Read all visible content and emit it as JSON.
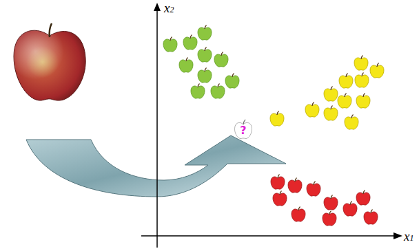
{
  "diagram": {
    "nodes": [
      {
        "text": [
          "?"
        ]
      }
    ],
    "labels": [
      "x2",
      "x1"
    ]
  }
}
